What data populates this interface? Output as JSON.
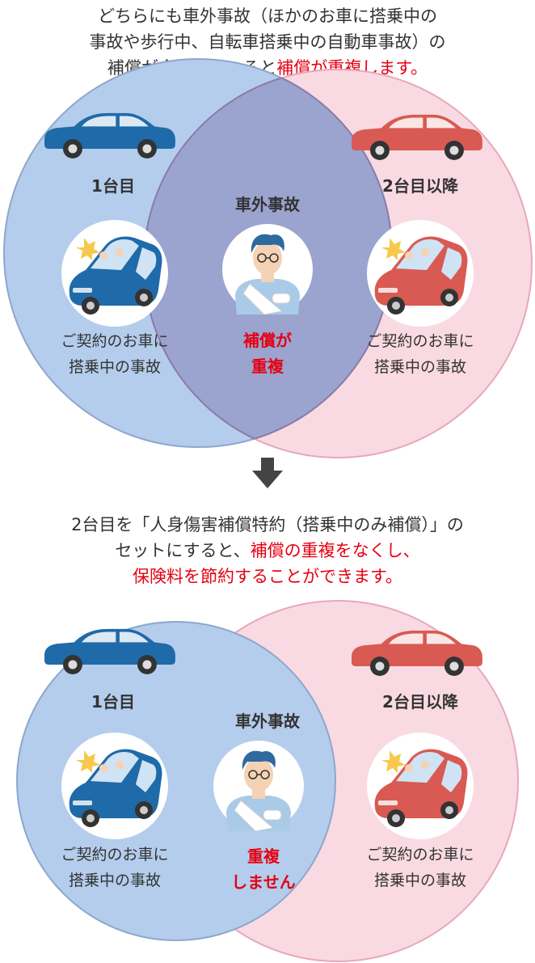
{
  "colors": {
    "blue_circle": "#b4cdec",
    "pink_circle": "#fadae2",
    "overlap": "#9aa4cf",
    "highlight_red": "#e60012",
    "car_blue": "#1f6aa9",
    "car_red": "#d85a52",
    "arrow": "#444444"
  },
  "top": {
    "heading_lines": [
      "どちらにも車外事故（ほかのお車に搭乗中の",
      "事故や歩行中、自転車搭乗中の自動車事故）の"
    ],
    "heading_line3_normal": "補償が含まれていると",
    "heading_line3_highlight": "補償が重複します。",
    "first_car_label": "1台目",
    "second_car_label": "2台目以降",
    "overlap_label": "車外事故",
    "overlap_note_lines": [
      "補償が",
      "重複"
    ],
    "own_car_caption_lines": [
      "ご契約のお車に",
      "搭乗中の事故"
    ]
  },
  "bottom": {
    "heading_line1": "2台目を「人身傷害補償特約（搭乗中のみ補償）」の",
    "heading_line2_normal": "セットにすると、",
    "heading_line2_highlight": "補償の重複をなくし、",
    "heading_line3_highlight": "保険料を節約することができます。",
    "first_car_label": "1台目",
    "second_car_label": "2台目以降",
    "overlap_label": "車外事故",
    "overlap_note_lines": [
      "重複",
      "しません"
    ],
    "own_car_caption_lines": [
      "ご契約のお車に",
      "搭乗中の事故"
    ]
  },
  "icons": {
    "car": "car-icon",
    "collision": "collision-car-icon",
    "injured_person": "injured-person-icon",
    "arrow": "arrow-down-icon"
  }
}
